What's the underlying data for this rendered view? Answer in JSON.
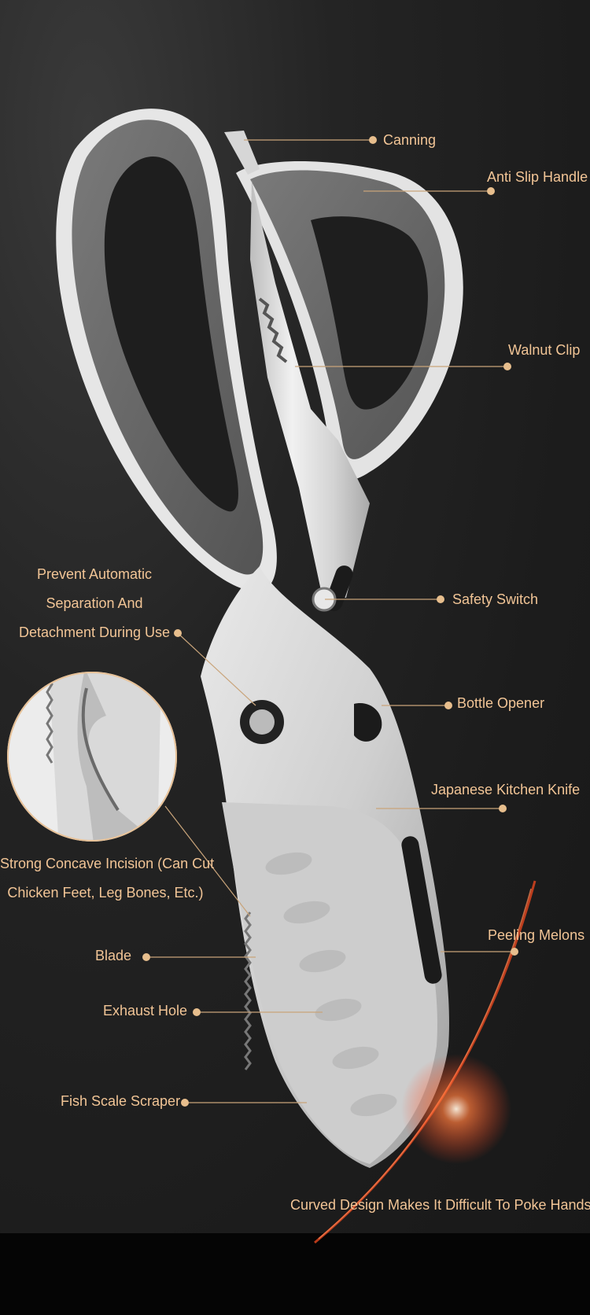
{
  "labels": {
    "canning": "Canning",
    "anti_slip_handle": "Anti Slip Handle",
    "walnut_clip": "Walnut Clip",
    "prevent_line1": "Prevent Automatic",
    "prevent_line2": "Separation And",
    "prevent_line3": "Detachment During Use",
    "safety_switch": "Safety Switch",
    "bottle_opener": "Bottle Opener",
    "japanese_kitchen_knife": "Japanese Kitchen Knife",
    "concave_line1": "Strong Concave Incision (Can Cut",
    "concave_line2": "Chicken Feet, Leg Bones, Etc.)",
    "peeling_melons": "Peeling Melons",
    "blade": "Blade",
    "exhaust_hole": "Exhaust Hole",
    "fish_scale_scraper": "Fish Scale Scraper",
    "curved_design": "Curved Design Makes It Difficult To Poke Hands"
  },
  "colors": {
    "label_text": "#f2c596",
    "leader_line": "#c9a47a",
    "handle_gray": "#6e6e6e",
    "steel": "#d9d9d9",
    "background": "#1c1c1c"
  }
}
